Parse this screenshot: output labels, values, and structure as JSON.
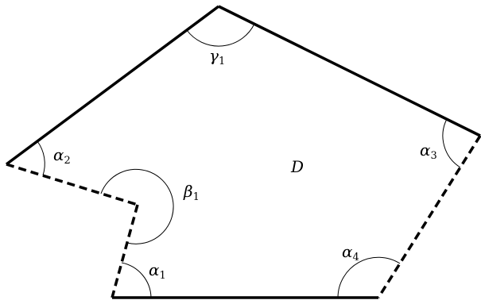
{
  "region": {
    "name": "D"
  },
  "angles": [
    {
      "id": "gamma1",
      "symbol": "γ",
      "sub": "1"
    },
    {
      "id": "alpha2",
      "symbol": "α",
      "sub": "2"
    },
    {
      "id": "alpha3",
      "symbol": "α",
      "sub": "3"
    },
    {
      "id": "beta1",
      "symbol": "β",
      "sub": "1"
    },
    {
      "id": "alpha1",
      "symbol": "α",
      "sub": "1"
    },
    {
      "id": "alpha4",
      "symbol": "α",
      "sub": "4"
    }
  ]
}
